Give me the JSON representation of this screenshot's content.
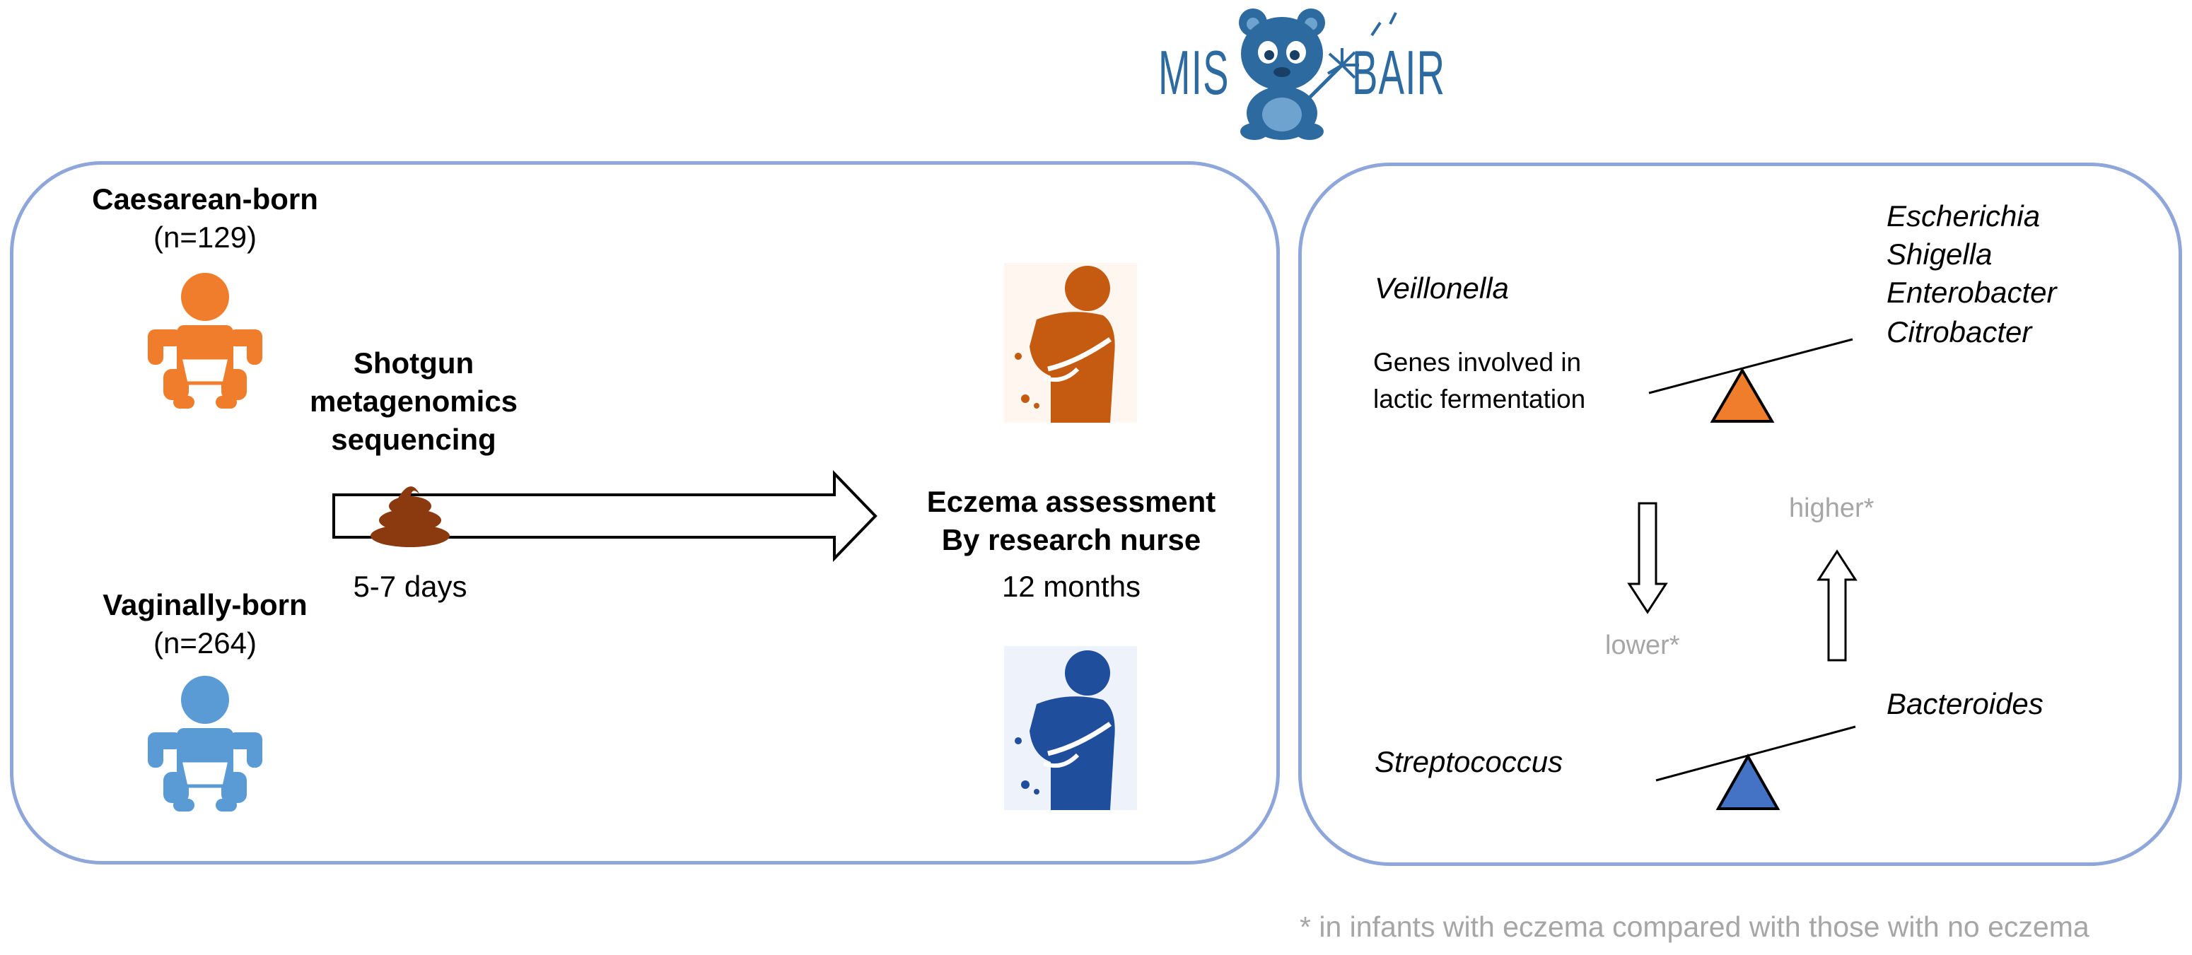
{
  "logo": {
    "left_text": "MIS",
    "right_text": "BAIR"
  },
  "left_panel": {
    "caesarean": {
      "label": "Caesarean-born",
      "count": "(n=129)",
      "color": "#ef7d2b"
    },
    "vaginal": {
      "label": "Vaginally-born",
      "count": "(n=264)",
      "color": "#5b9bd5"
    },
    "method_lines": [
      "Shotgun",
      "metagenomics",
      "sequencing"
    ],
    "sample_time": "5-7 days",
    "assessment_lines": [
      "Eczema assessment",
      "By research nurse"
    ],
    "assessment_time": "12 months",
    "eczema_colors": {
      "orange": "#c55a11",
      "blue": "#1f4e9c"
    }
  },
  "right_panel": {
    "top_left_genus": "Veillonella",
    "top_left_genes_lines": [
      "Genes involved in",
      "lactic fermentation"
    ],
    "top_right_genera": [
      "Escherichia",
      "Shigella",
      "Enterobacter",
      "Citrobacter"
    ],
    "down_arrow_label": "lower*",
    "up_arrow_label": "higher*",
    "bottom_left_genus": "Streptococcus",
    "bottom_right_genus": "Bacteroides",
    "fulcrum_top_color": "#ef7d2b",
    "fulcrum_bottom_color": "#4472c4"
  },
  "footnote": "* in infants with eczema compared with those with no eczema"
}
